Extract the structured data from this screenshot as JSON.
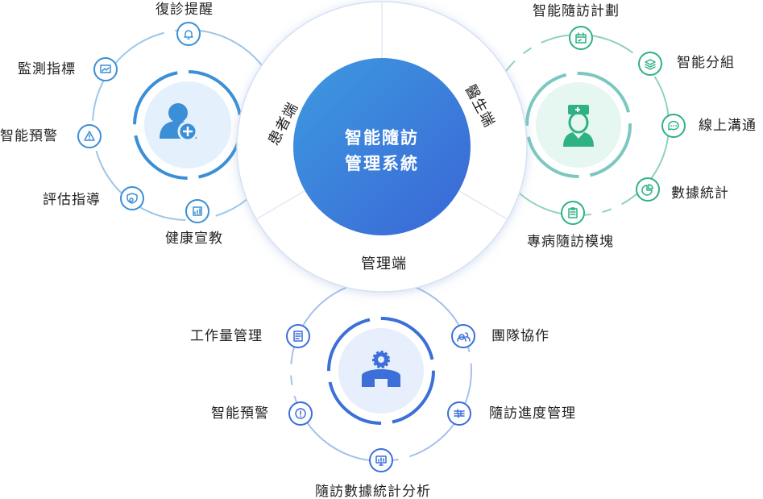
{
  "center": {
    "line1": "智能隨訪",
    "line2": "管理系統"
  },
  "sections": {
    "patient": "患者端",
    "doctor": "醫生端",
    "admin": "管理端"
  },
  "patient_items": [
    "復診提醒",
    "監測指標",
    "智能預警",
    "評估指導",
    "健康宣教"
  ],
  "doctor_items": [
    "智能隨訪計劃",
    "智能分組",
    "線上溝通",
    "數據統計",
    "專病隨訪模塊"
  ],
  "admin_items": [
    "工作量管理",
    "團隊協作",
    "智能預警",
    "隨訪進度管理",
    "隨訪數據統計分析"
  ],
  "colors": {
    "patient": "#3b8fd6",
    "doctor": "#2fb282",
    "admin": "#3c6fd8",
    "center": "#3a82dd"
  }
}
